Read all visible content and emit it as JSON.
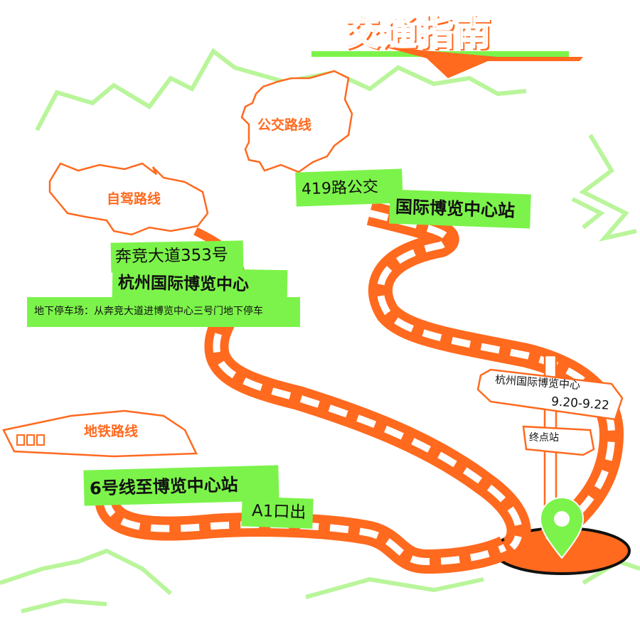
{
  "title": "交通指南",
  "colors": {
    "accent": "#FF6A1F",
    "highlight": "#7CF34A",
    "pin": "#7CF34A",
    "ink": "#111111"
  },
  "bus": {
    "heading": "公交路线",
    "line": "419路公交",
    "stop": "国际博览中心站"
  },
  "drive": {
    "heading": "自驾路线",
    "address": "奔竞大道353号",
    "venue": "杭州国际博览中心",
    "parking": "地下停车场：从奔竞大道进博览中心三号门地下停车"
  },
  "metro": {
    "heading": "地铁路线",
    "line": "6号线至博览中心站",
    "exit": "A1口出"
  },
  "signpost": {
    "venue": "杭州国际博览中心",
    "dates": "9.20-9.22",
    "terminal": "终点站"
  },
  "icons": [
    "map-pin-icon",
    "lightning-decoration",
    "train-icon",
    "speech-bubble"
  ]
}
